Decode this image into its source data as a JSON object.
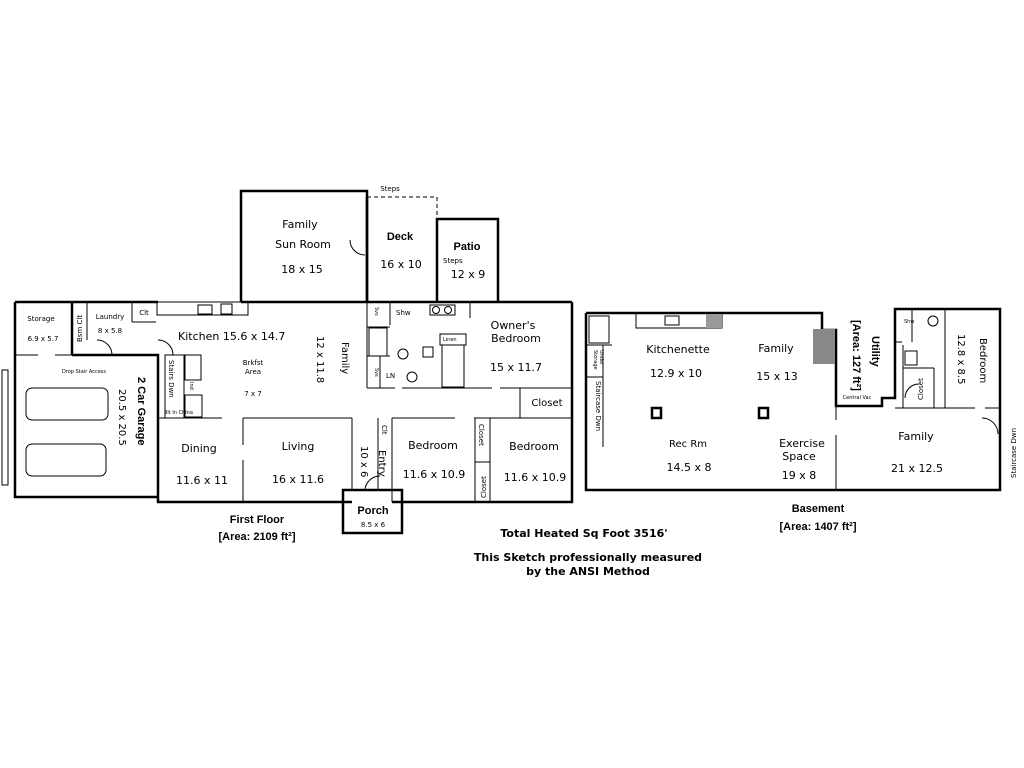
{
  "first_floor": {
    "title": "First Floor",
    "area": "[Area: 2109 ft²]",
    "rooms": {
      "sunroom_name1": "Family",
      "sunroom_name2": "Sun Room",
      "sunroom_dim": "18 x 15",
      "deck_name": "Deck",
      "deck_dim": "16 x 10",
      "deck_steps": "Steps",
      "patio_name": "Patio",
      "patio_steps": "Steps",
      "patio_dim": "12 x 9",
      "storage_name": "Storage",
      "storage_dim": "6.9 x 5.7",
      "bsm_clt": "Bsm Clt",
      "laundry_name": "Laundry",
      "laundry_dim": "8 x 5.8",
      "clt": "Clt",
      "kitchen": "Kitchen  15.6 x 14.7",
      "stairs_dwn": "Stairs Dwn",
      "bltin_china": "Blt In China",
      "brkfst_name1": "Brkfst",
      "brkfst_name2": "Area",
      "brkfst_dim": "7 x 7",
      "family_dim": "12 x 11.8",
      "family_name": "Family",
      "drop_stair": "Drop Stair Access",
      "garage_name": "2 Car Garage",
      "garage_dim": "20.5 x 20.5",
      "dining_name": "Dining",
      "dining_dim": "11.6 x 11",
      "living_name": "Living",
      "living_dim": "16 x 11.6",
      "entry_name": "Entry",
      "entry_dim": "10 x 6",
      "entry_clt": "Clt",
      "porch_name": "Porch",
      "porch_dim": "8.5 x 6",
      "svs1": "Svs",
      "svs2": "Svs",
      "shw": "Shw",
      "ln": "LN",
      "linen": "Linen",
      "owner_name1": "Owner's",
      "owner_name2": "Bedroom",
      "owner_dim": "15 x 11.7",
      "closet_owner": "Closet",
      "bedroom1_name": "Bedroom",
      "bedroom1_dim": "11.6 x 10.9",
      "closet_b1": "Closet",
      "closet_b2": "Closet",
      "bedroom2_name": "Bedroom",
      "bedroom2_dim": "11.6 x 10.9",
      "ind": "Ind"
    }
  },
  "basement": {
    "title": "Basement",
    "area": "[Area: 1407 ft²]",
    "rooms": {
      "kitchenette_name": "Kitchenette",
      "kitchenette_dim": "12.9 x 10",
      "family_name": "Family",
      "family_dim": "15 x 13",
      "utility_name": "Utility",
      "utility_area": "[Area: 127 ft²]",
      "central_vac": "Central Vac",
      "shw": "Shw",
      "bedroom_name": "Bedroom",
      "bedroom_dim": "12.8 x 8.5",
      "closet": "Closet",
      "under_storage1": "Under",
      "under_storage2": "Storage",
      "staircase_left": "Staircase Dwn",
      "staircase_right": "Staircase Dwn",
      "rec_name": "Rec Rm",
      "rec_dim": "14.5 x 8",
      "exercise_name1": "Exercise",
      "exercise_name2": "Space",
      "exercise_dim": "19 x 8",
      "family2_name": "Family",
      "family2_dim": "21 x 12.5"
    }
  },
  "notes": {
    "total": "Total Heated Sq Foot 3516'",
    "measured1": "This Sketch professionally measured",
    "measured2": "by the ANSI Method"
  }
}
